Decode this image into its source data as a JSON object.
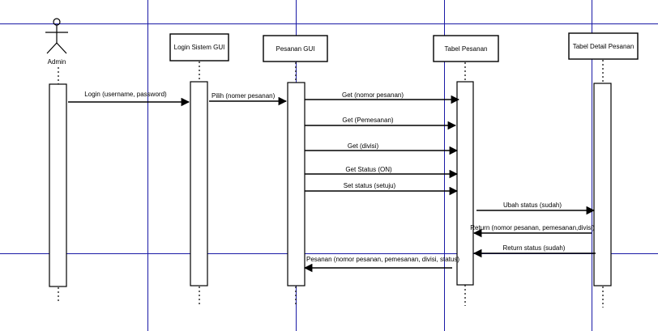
{
  "actor": {
    "label": "Admin"
  },
  "objects": [
    {
      "label": "Login Sistem GUI"
    },
    {
      "label": "Pesanan GUI"
    },
    {
      "label": "Tabel Pesanan"
    },
    {
      "label": "Tabel Detail Pesanan"
    }
  ],
  "messages": [
    {
      "label": "Login (username, password)",
      "direction": "right"
    },
    {
      "label": "Pilih (nomer pesanan)",
      "direction": "right"
    },
    {
      "label": "Get (nomor pesanan)",
      "direction": "right"
    },
    {
      "label": "Get (Pemesanan)",
      "direction": "right"
    },
    {
      "label": "Get (divisi)",
      "direction": "right"
    },
    {
      "label": "Get Status (ON)",
      "direction": "right"
    },
    {
      "label": "Set status (setuju)",
      "direction": "right"
    },
    {
      "label": "Ubah status (sudah)",
      "direction": "right"
    },
    {
      "label": "Return (nomor pesanan, pemesanan,divisi)",
      "direction": "left"
    },
    {
      "label": "Return status (sudah)",
      "direction": "left"
    },
    {
      "label": "Pesanan (nomor pesanan, pemesanan, divisi, status)",
      "direction": "left"
    }
  ],
  "colors": {
    "grid": "#1a1aa6",
    "line": "#000000",
    "background": "#ffffff"
  }
}
